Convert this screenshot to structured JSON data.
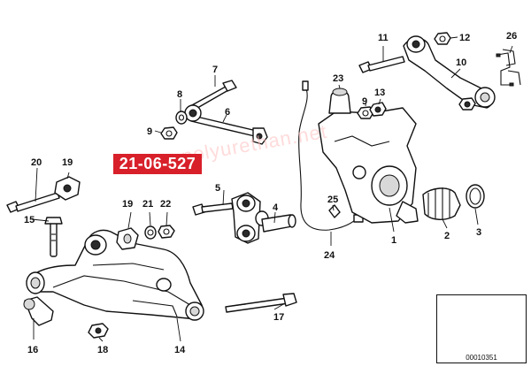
{
  "badge": {
    "part_number": "21-06-527",
    "color": "#d8202a"
  },
  "watermark": {
    "text": "www.polyurethan.net"
  },
  "inset": {
    "drawing_number": "00010351"
  },
  "callouts": {
    "c1": "1",
    "c2": "2",
    "c3": "3",
    "c4": "4",
    "c5": "5",
    "c6": "6",
    "c7": "7",
    "c8": "8",
    "c9a": "9",
    "c9b": "9",
    "c10": "10",
    "c11": "11",
    "c12": "12",
    "c13": "13",
    "c14": "14",
    "c15": "15",
    "c16": "16",
    "c17": "17",
    "c18": "18",
    "c19a": "19",
    "c19b": "19",
    "c20": "20",
    "c21": "21",
    "c22": "22",
    "c23": "23",
    "c24": "24",
    "c25": "25",
    "c26": "26"
  }
}
